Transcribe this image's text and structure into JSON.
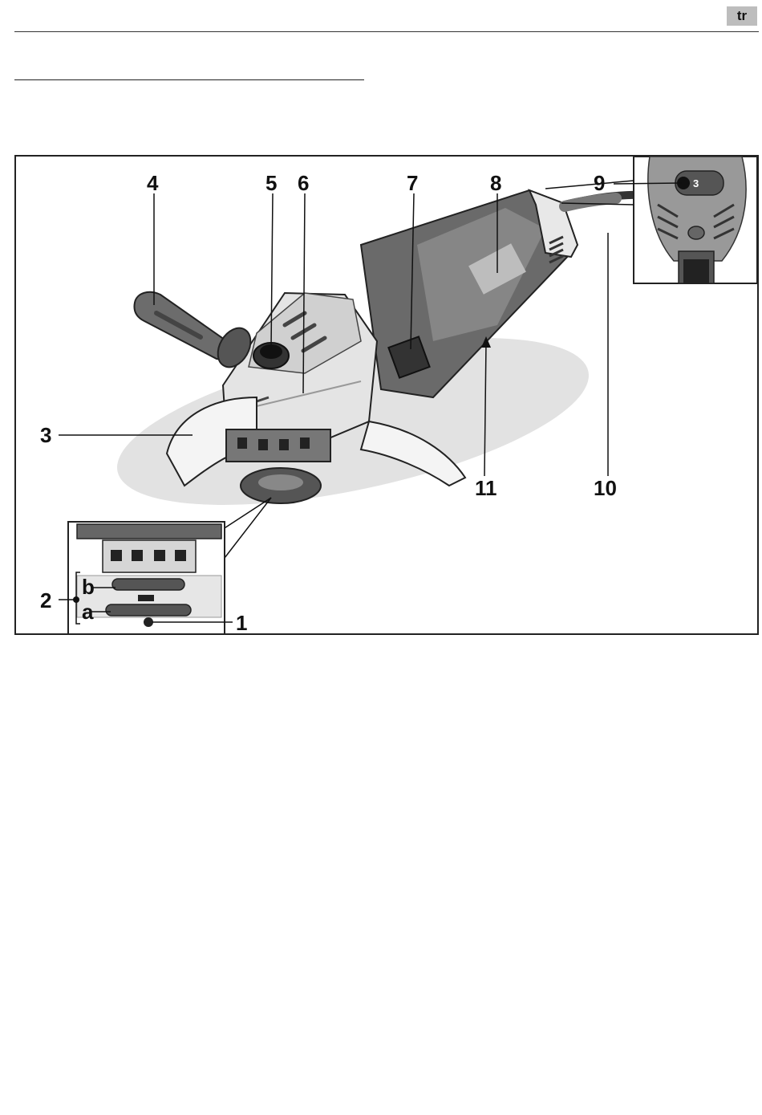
{
  "header": {
    "lang_code": "tr"
  },
  "figure": {
    "callouts": {
      "c1": "1",
      "c2": "2",
      "c2a": "a",
      "c2b": "b",
      "c3": "3",
      "c4": "4",
      "c5": "5",
      "c6": "6",
      "c7": "7",
      "c8": "8",
      "c9": "9",
      "c10": "10",
      "c11": "11"
    },
    "inset_dial_value": "3",
    "colors": {
      "line": "#111111",
      "body_dark": "#5a5a5a",
      "body_light": "#e6e6e6",
      "shadow": "#dcdcdc"
    }
  }
}
